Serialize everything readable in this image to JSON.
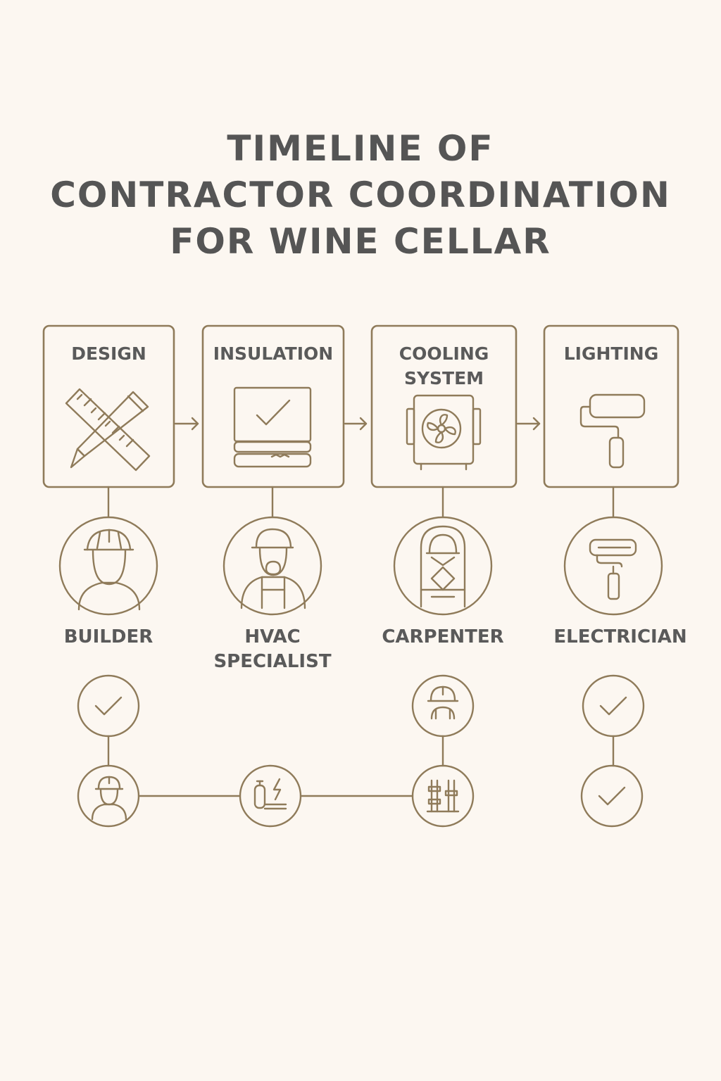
{
  "title": {
    "lines": [
      "TIMELINE OF",
      "CONTRACTOR COORDINATION",
      "FOR WINE CELLAR"
    ]
  },
  "steps": [
    {
      "lines": [
        "DESIGN"
      ],
      "icon": "pencil-ruler-icon"
    },
    {
      "lines": [
        "INSULATION"
      ],
      "icon": "insulation-panel-icon"
    },
    {
      "lines": [
        "COOLING",
        "SYSTEM"
      ],
      "icon": "cooling-unit-icon"
    },
    {
      "lines": [
        "LIGHTING"
      ],
      "icon": "paint-roller-icon"
    }
  ],
  "roles": [
    {
      "lines": [
        "BUILDER"
      ],
      "icon": "builder-hardhat-icon"
    },
    {
      "lines": [
        "HVAC",
        "SPECIALIST"
      ],
      "icon": "hvac-worker-icon"
    },
    {
      "lines": [
        "CARPENTER"
      ],
      "icon": "carpenter-icon"
    },
    {
      "lines": [
        "ELECTRICIAN"
      ],
      "icon": "roller-tool-icon"
    }
  ],
  "status_nodes": [
    {
      "icon": "check-icon"
    },
    {
      "icon": "hardhat-icon"
    },
    {
      "icon": "check-icon"
    },
    {
      "icon": "worker-icon"
    },
    {
      "icon": "gas-tank-bolt-icon"
    },
    {
      "icon": "tools-icon"
    },
    {
      "icon": "check-icon"
    }
  ],
  "colors": {
    "background": "#fcf7f1",
    "line": "#8f7b5a",
    "text": "#555555"
  }
}
